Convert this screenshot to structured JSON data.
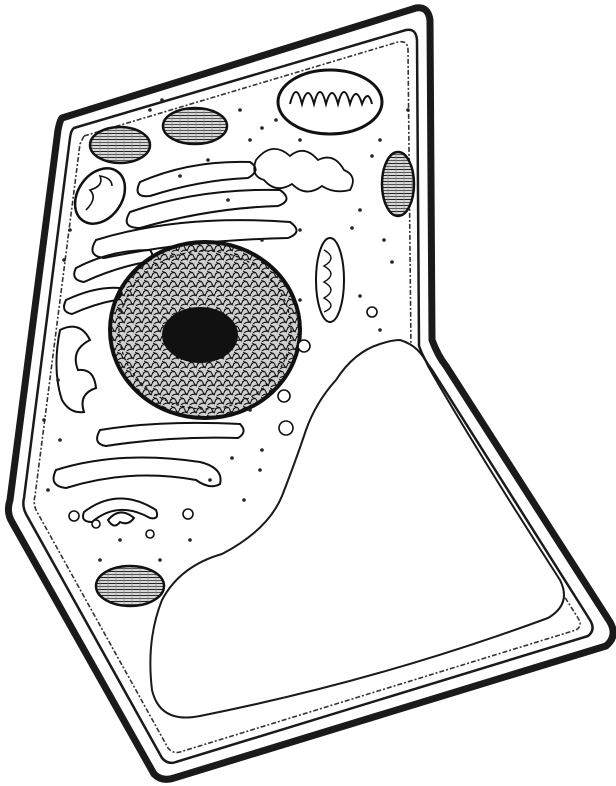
{
  "figure": {
    "subject": "plant-cell",
    "style": "black-and-white line drawing",
    "caption": ""
  },
  "structures": [
    {
      "id": "cell-wall",
      "icon": "double-outline"
    },
    {
      "id": "cell-membrane",
      "icon": "wavy-outline"
    },
    {
      "id": "nucleus",
      "icon": "stippled-circle"
    },
    {
      "id": "nucleolus",
      "icon": "dark-blob"
    },
    {
      "id": "central-vacuole",
      "icon": "large-empty-region"
    },
    {
      "id": "mitochondrion",
      "icon": "cristae-oval"
    },
    {
      "id": "chloroplast",
      "icon": "grana-oval"
    },
    {
      "id": "endoplasmic-reticulum",
      "icon": "stacked-tubes"
    },
    {
      "id": "golgi-apparatus",
      "icon": "curved-stack"
    },
    {
      "id": "ribosomes",
      "icon": "dots"
    }
  ],
  "colors": {
    "ink": "#1a1a1a",
    "paper": "#ffffff",
    "nucleolus": "#111111"
  }
}
